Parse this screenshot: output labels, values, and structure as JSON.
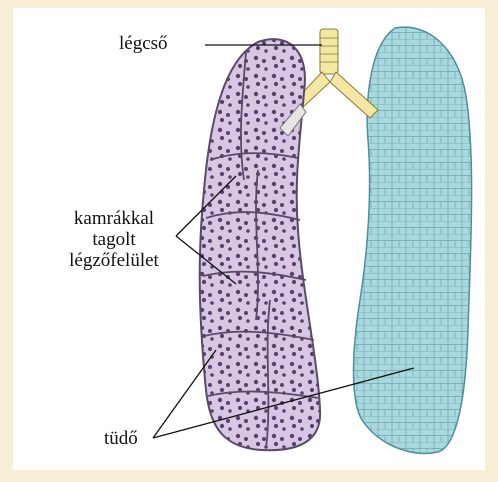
{
  "labels": {
    "trachea": "légcső",
    "chambered_surface_line1": "kamrákkal",
    "chambered_surface_line2": "tagolt",
    "chambered_surface_line3": "légzőfelület",
    "lung": "tüdő"
  },
  "colors": {
    "background": "#f7efd5",
    "panel": "#ffffff",
    "lung_section_fill": "#d7c7e2",
    "lung_section_stroke": "#5a4a6a",
    "alveoli_cell": "#5b3f6e",
    "lung_surface_fill": "#a9d8df",
    "lung_surface_stroke": "#4f8e9a",
    "trachea_fill": "#f3e7a3",
    "bronchus_fill": "#e5e5e5",
    "leader_line": "#111111"
  }
}
